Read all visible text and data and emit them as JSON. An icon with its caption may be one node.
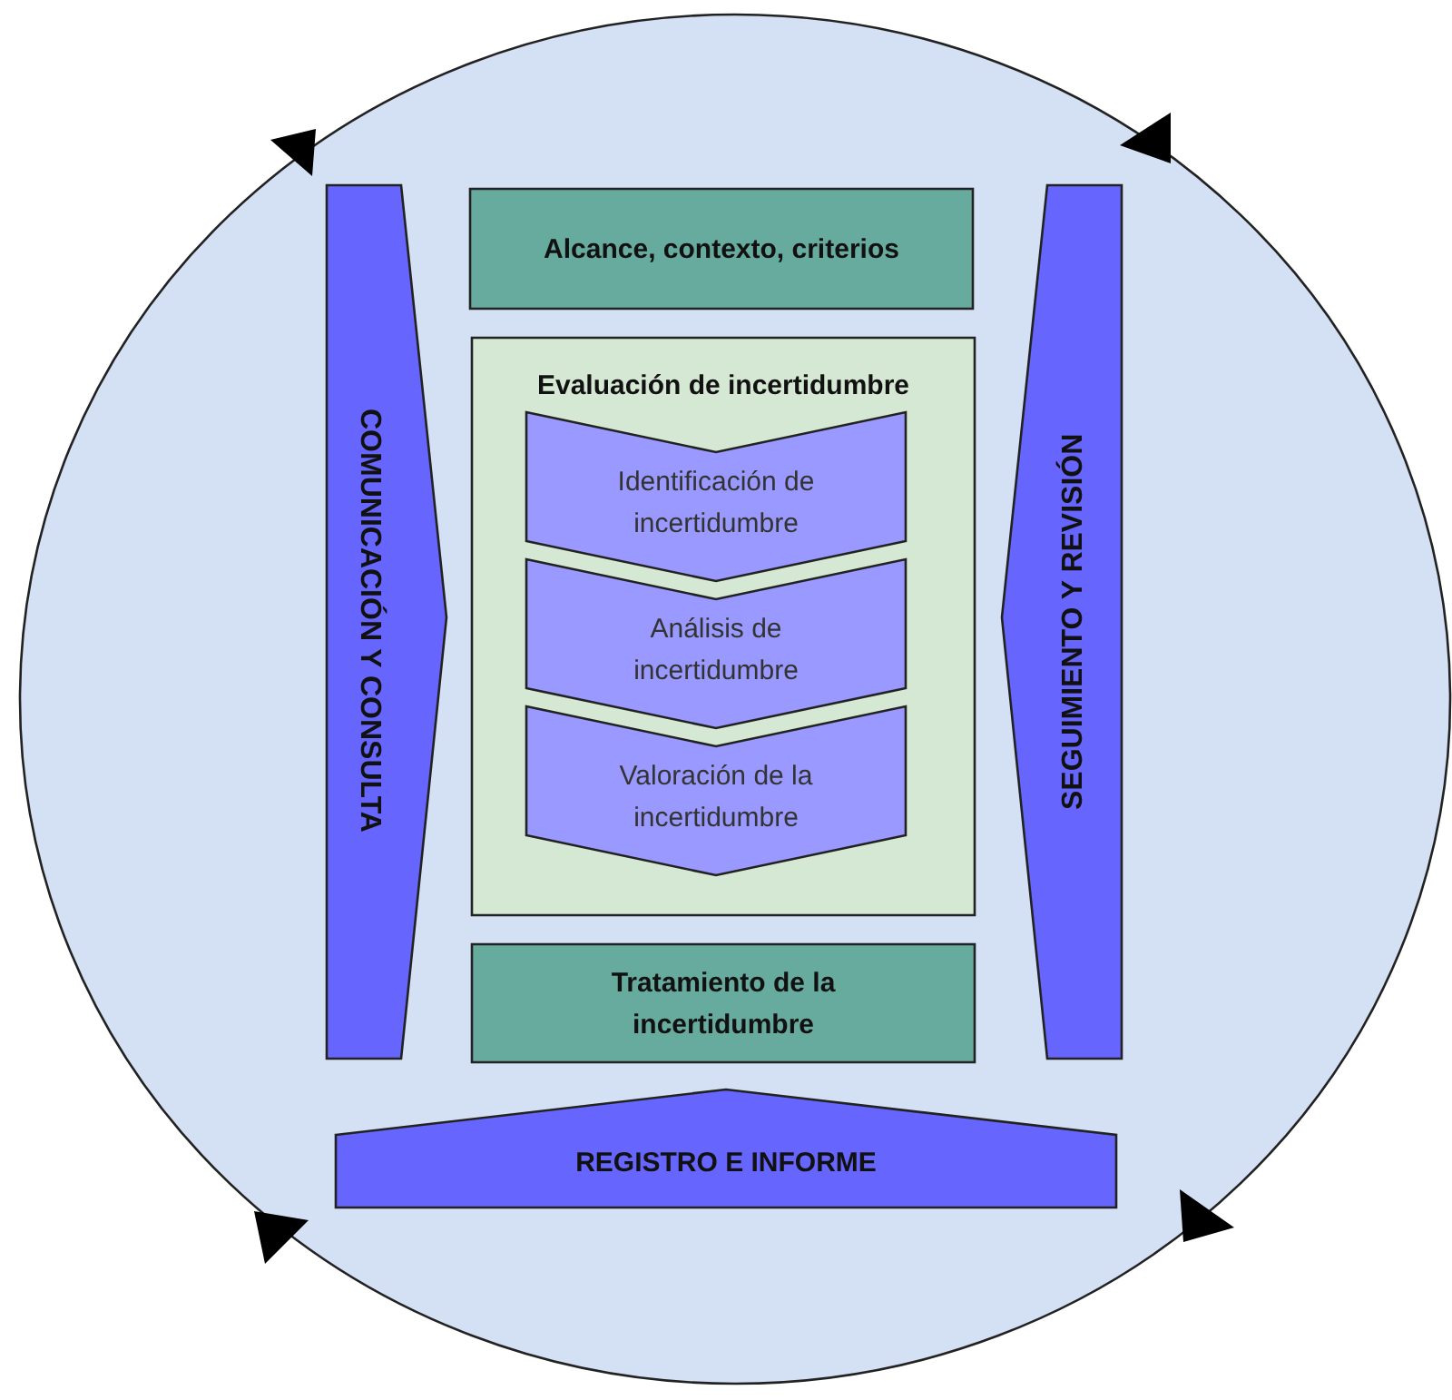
{
  "diagram": {
    "nodes": [
      {
        "text": [],
        "shape": "circle"
      },
      {
        "text": [
          "COMUNICACIÓN Y CONSULTA"
        ],
        "in": 0
      },
      {
        "text": [
          "Alcance, contexto, criterios"
        ],
        "in": 0
      },
      {
        "text": [
          "Evaluación de incertidumbre"
        ],
        "in": 0
      },
      {
        "text": [
          "Identificación de incertidumbre"
        ],
        "in": 3
      },
      {
        "text": [
          "Análisis de incertidumbre"
        ],
        "in": 3
      },
      {
        "text": [
          "Valoración de la incertidumbre"
        ],
        "in": 3
      },
      {
        "text": [
          "Tratamiento de la incertidumbre"
        ],
        "in": 0
      },
      {
        "text": [
          "SEGUIMIENTO Y REVISIÓN"
        ],
        "in": 0
      },
      {
        "text": [
          "REGISTRO E INFORME"
        ],
        "in": 0
      }
    ]
  }
}
